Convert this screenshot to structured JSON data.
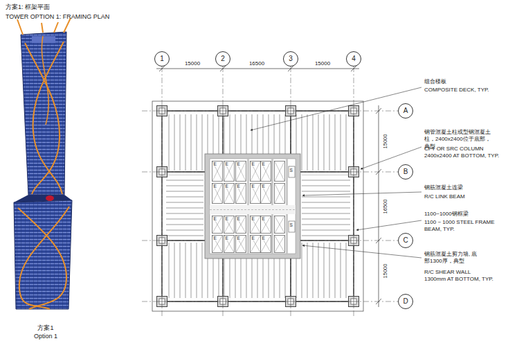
{
  "diagram": {
    "title": "方案1: 框架平面",
    "caption": "方案1 Option 1",
    "nodes": [
      {
        "text": [
          "1"
        ]
      },
      {
        "text": [
          "2"
        ]
      },
      {
        "text": [
          "3"
        ]
      },
      {
        "text": [
          "4"
        ]
      },
      {
        "text": [
          "A"
        ]
      },
      {
        "text": [
          "B"
        ]
      },
      {
        "text": [
          "C"
        ]
      },
      {
        "text": [
          "D"
        ]
      }
    ],
    "labels": [
      "TOWER OPTION 1: FRAMING PLAN",
      "15000",
      "16500",
      "15000",
      "15000",
      "16500",
      "15000",
      "组合楼板",
      "COMPOSITE DECK, TYP.",
      "钢管混凝土柱或型钢混凝土 柱，2400x2400位于底部，典型",
      "CFT OR SRC COLUMN 2400x2400 AT BOTTOM, TYP.",
      "钢筋混凝土连梁",
      "R/C LINK BEAM",
      "1100~1000钢框梁",
      "1100 ~ 1000 STEEL FRAME BEAM, TYP.",
      "钢筋混凝土剪力墙, 底部1300厚，典型",
      "R/C SHEAR WALL 1300mm AT BOTTOM, TYP.",
      "E",
      "E",
      "E",
      "E",
      "E",
      "E",
      "E",
      "E",
      "E",
      "E",
      "E",
      "E",
      "E",
      "E",
      "E",
      "E",
      "E",
      "E",
      "E",
      "E",
      "S",
      "S"
    ]
  }
}
